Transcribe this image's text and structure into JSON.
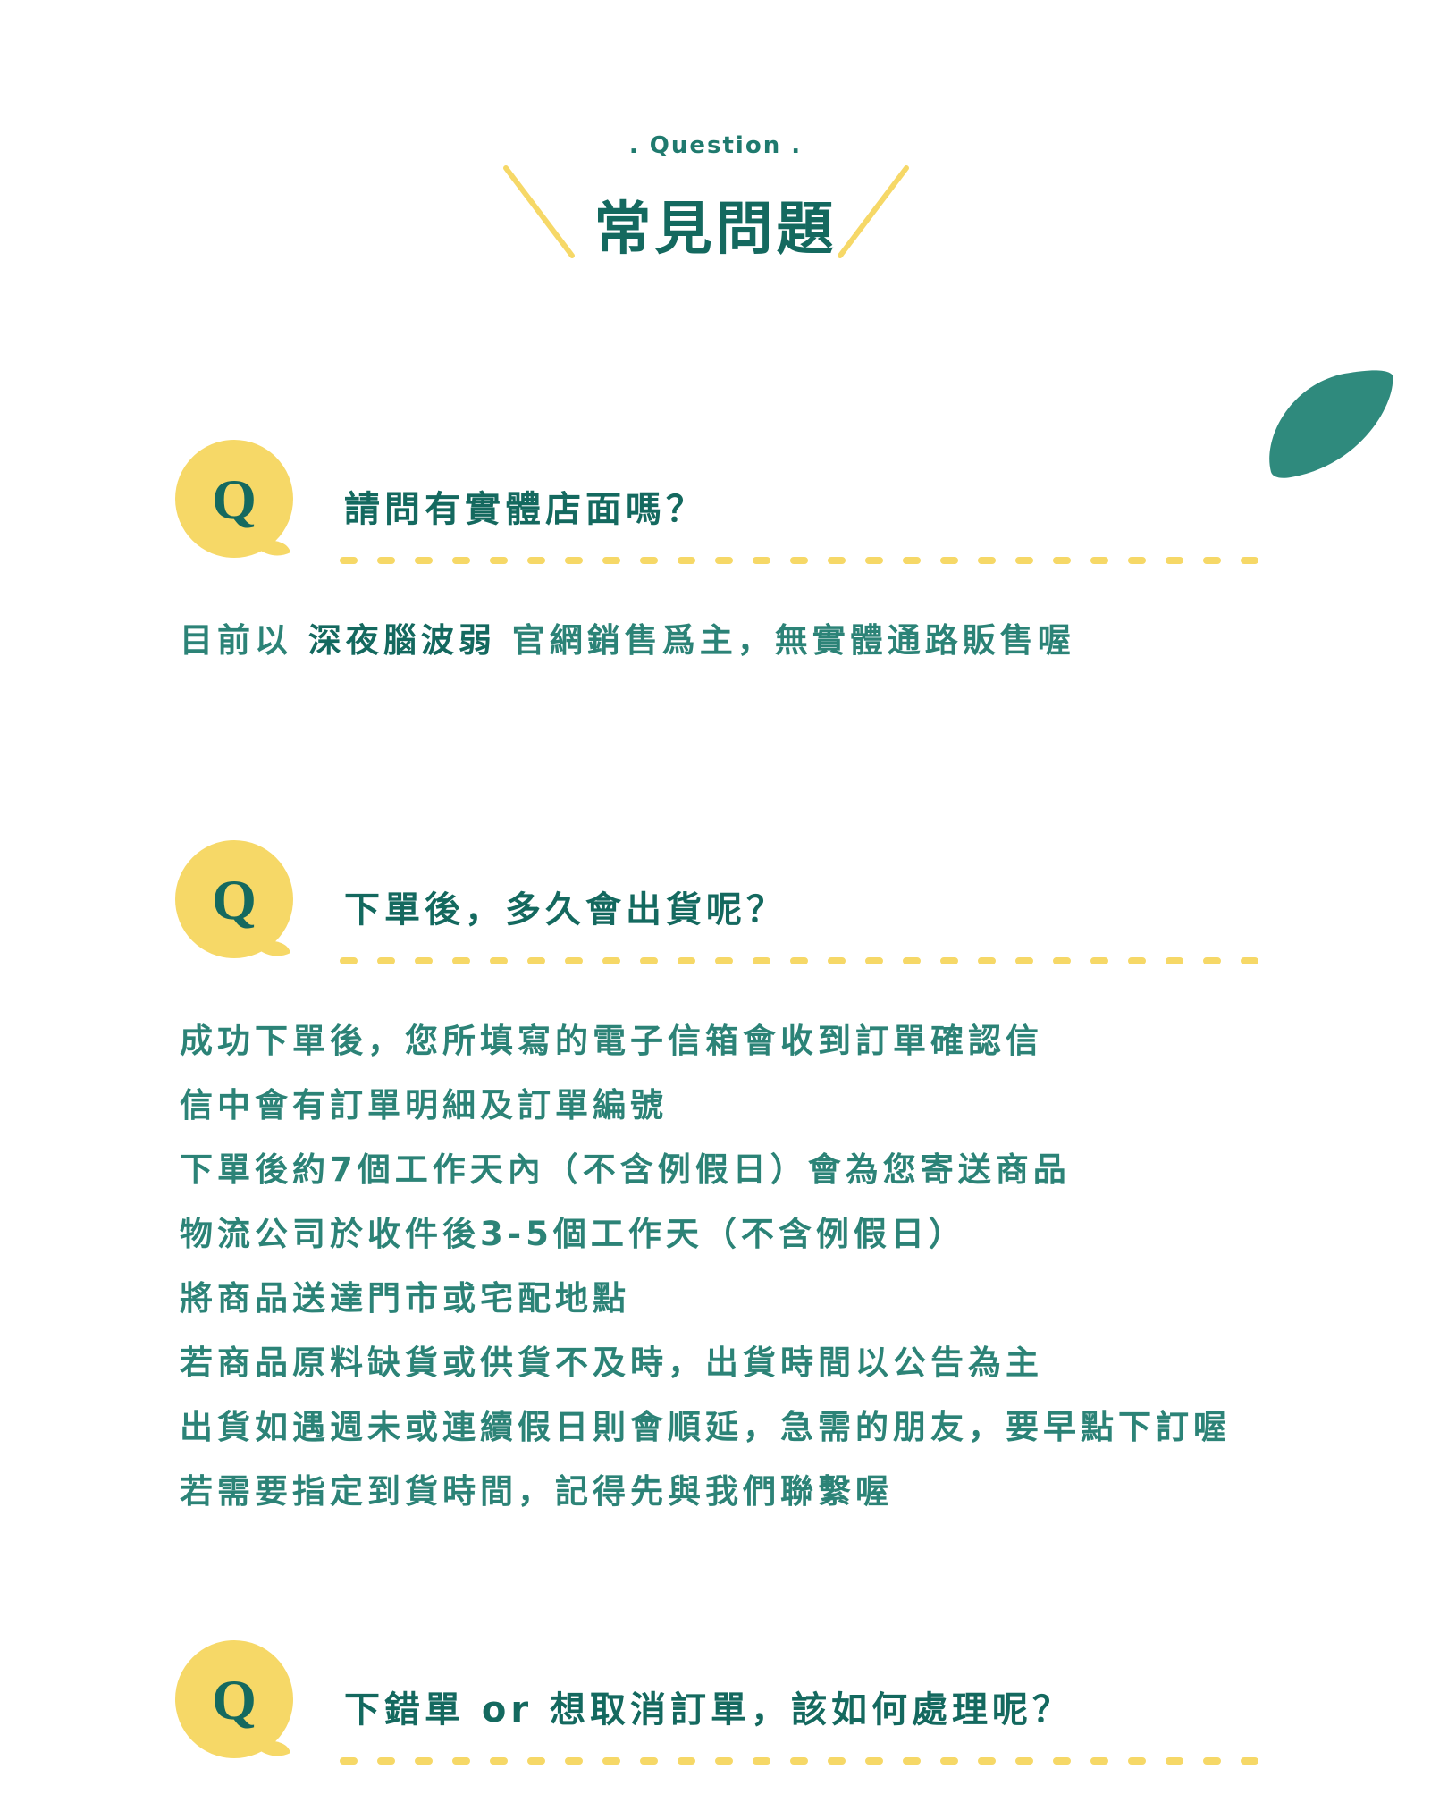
{
  "header": {
    "eyebrow": ". Question .",
    "title": "常見問題"
  },
  "colors": {
    "teal": "#14695f",
    "teal_text": "#2c8377",
    "yellow": "#f6d867",
    "leaf": "#2f8a7d"
  },
  "faqs": [
    {
      "badge": "Q",
      "question": "請問有實體店面嗎？",
      "answer_prefix": "目前以 ",
      "answer_brand": "深夜腦波弱",
      "answer_suffix": " 官網銷售爲主，無實體通路販售喔"
    },
    {
      "badge": "Q",
      "question": "下單後，多久會出貨呢？",
      "answer_lines": [
        "成功下單後，您所填寫的電子信箱會收到訂單確認信",
        "信中會有訂單明細及訂單編號",
        "下單後約7個工作天內（不含例假日）會為您寄送商品",
        "物流公司於收件後3-5個工作天（不含例假日）",
        "將商品送達門市或宅配地點",
        "若商品原料缺貨或供貨不及時，出貨時間以公告為主",
        "出貨如遇週未或連續假日則會順延，急需的朋友，要早點下訂喔",
        "若需要指定到貨時間，記得先與我們聯繫喔"
      ]
    },
    {
      "badge": "Q",
      "question": "下錯單 or 想取消訂單，該如何處理呢？"
    }
  ]
}
